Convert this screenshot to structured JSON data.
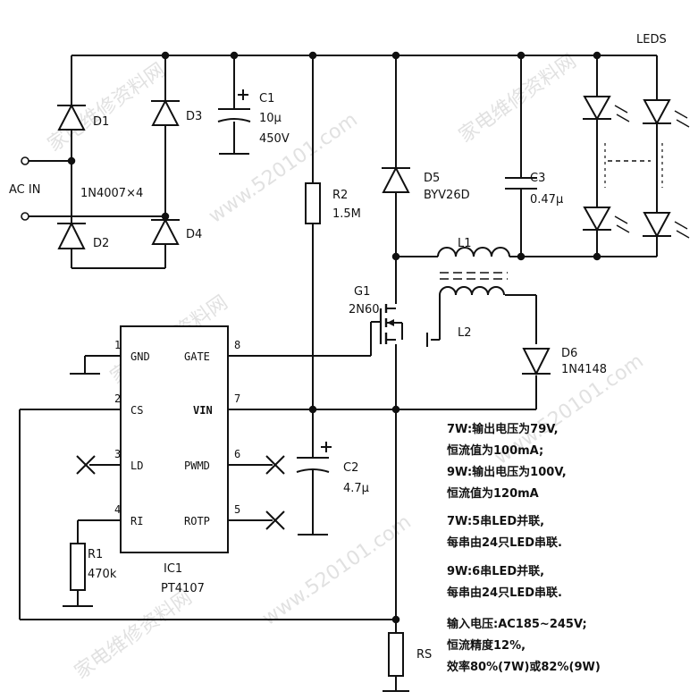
{
  "power": {
    "ac_in": "AC IN",
    "bridge_diodes": "1N4007×4"
  },
  "diodes": {
    "d1": "D1",
    "d2": "D2",
    "d3": "D3",
    "d4": "D4",
    "d5": "D5",
    "d5_part": "BYV26D",
    "d6": "D6",
    "d6_part": "1N4148"
  },
  "caps": {
    "c1": "C1",
    "c1_value": "10μ",
    "c1_voltage": "450V",
    "c2": "C2",
    "c2_value": "4.7μ",
    "c3": "C3",
    "c3_value": "0.47μ"
  },
  "resistors": {
    "r1": "R1",
    "r1_value": "470k",
    "r2": "R2",
    "r2_value": "1.5M",
    "rs": "RS"
  },
  "mosfet": {
    "ref": "G1",
    "part": "2N60"
  },
  "inductors": {
    "l1": "L1",
    "l2": "L2"
  },
  "leds": {
    "label": "LEDS"
  },
  "ic": {
    "ref": "IC1",
    "part": "PT4107",
    "pins_left": [
      {
        "num": "1",
        "name": "GND"
      },
      {
        "num": "2",
        "name": "CS"
      },
      {
        "num": "3",
        "name": "LD"
      },
      {
        "num": "4",
        "name": "RI"
      }
    ],
    "pins_right": [
      {
        "num": "8",
        "name": "GATE"
      },
      {
        "num": "7",
        "name": "VIN"
      },
      {
        "num": "6",
        "name": "PWMD"
      },
      {
        "num": "5",
        "name": "ROTP"
      }
    ]
  },
  "notes": [
    "7W:输出电压为79V,",
    "恒流值为100mA;",
    "9W:输出电压为100V,",
    "恒流值为120mA",
    "7W:5串LED并联,",
    "每串由24只LED串联.",
    "9W:6串LED并联,",
    "每串由24只LED串联.",
    "输入电压:AC185~245V;",
    "恒流精度12%,",
    "效率80%(7W)或82%(9W)"
  ],
  "watermarks": {
    "a": "家电维修资料网",
    "b": "www.520101.com"
  }
}
